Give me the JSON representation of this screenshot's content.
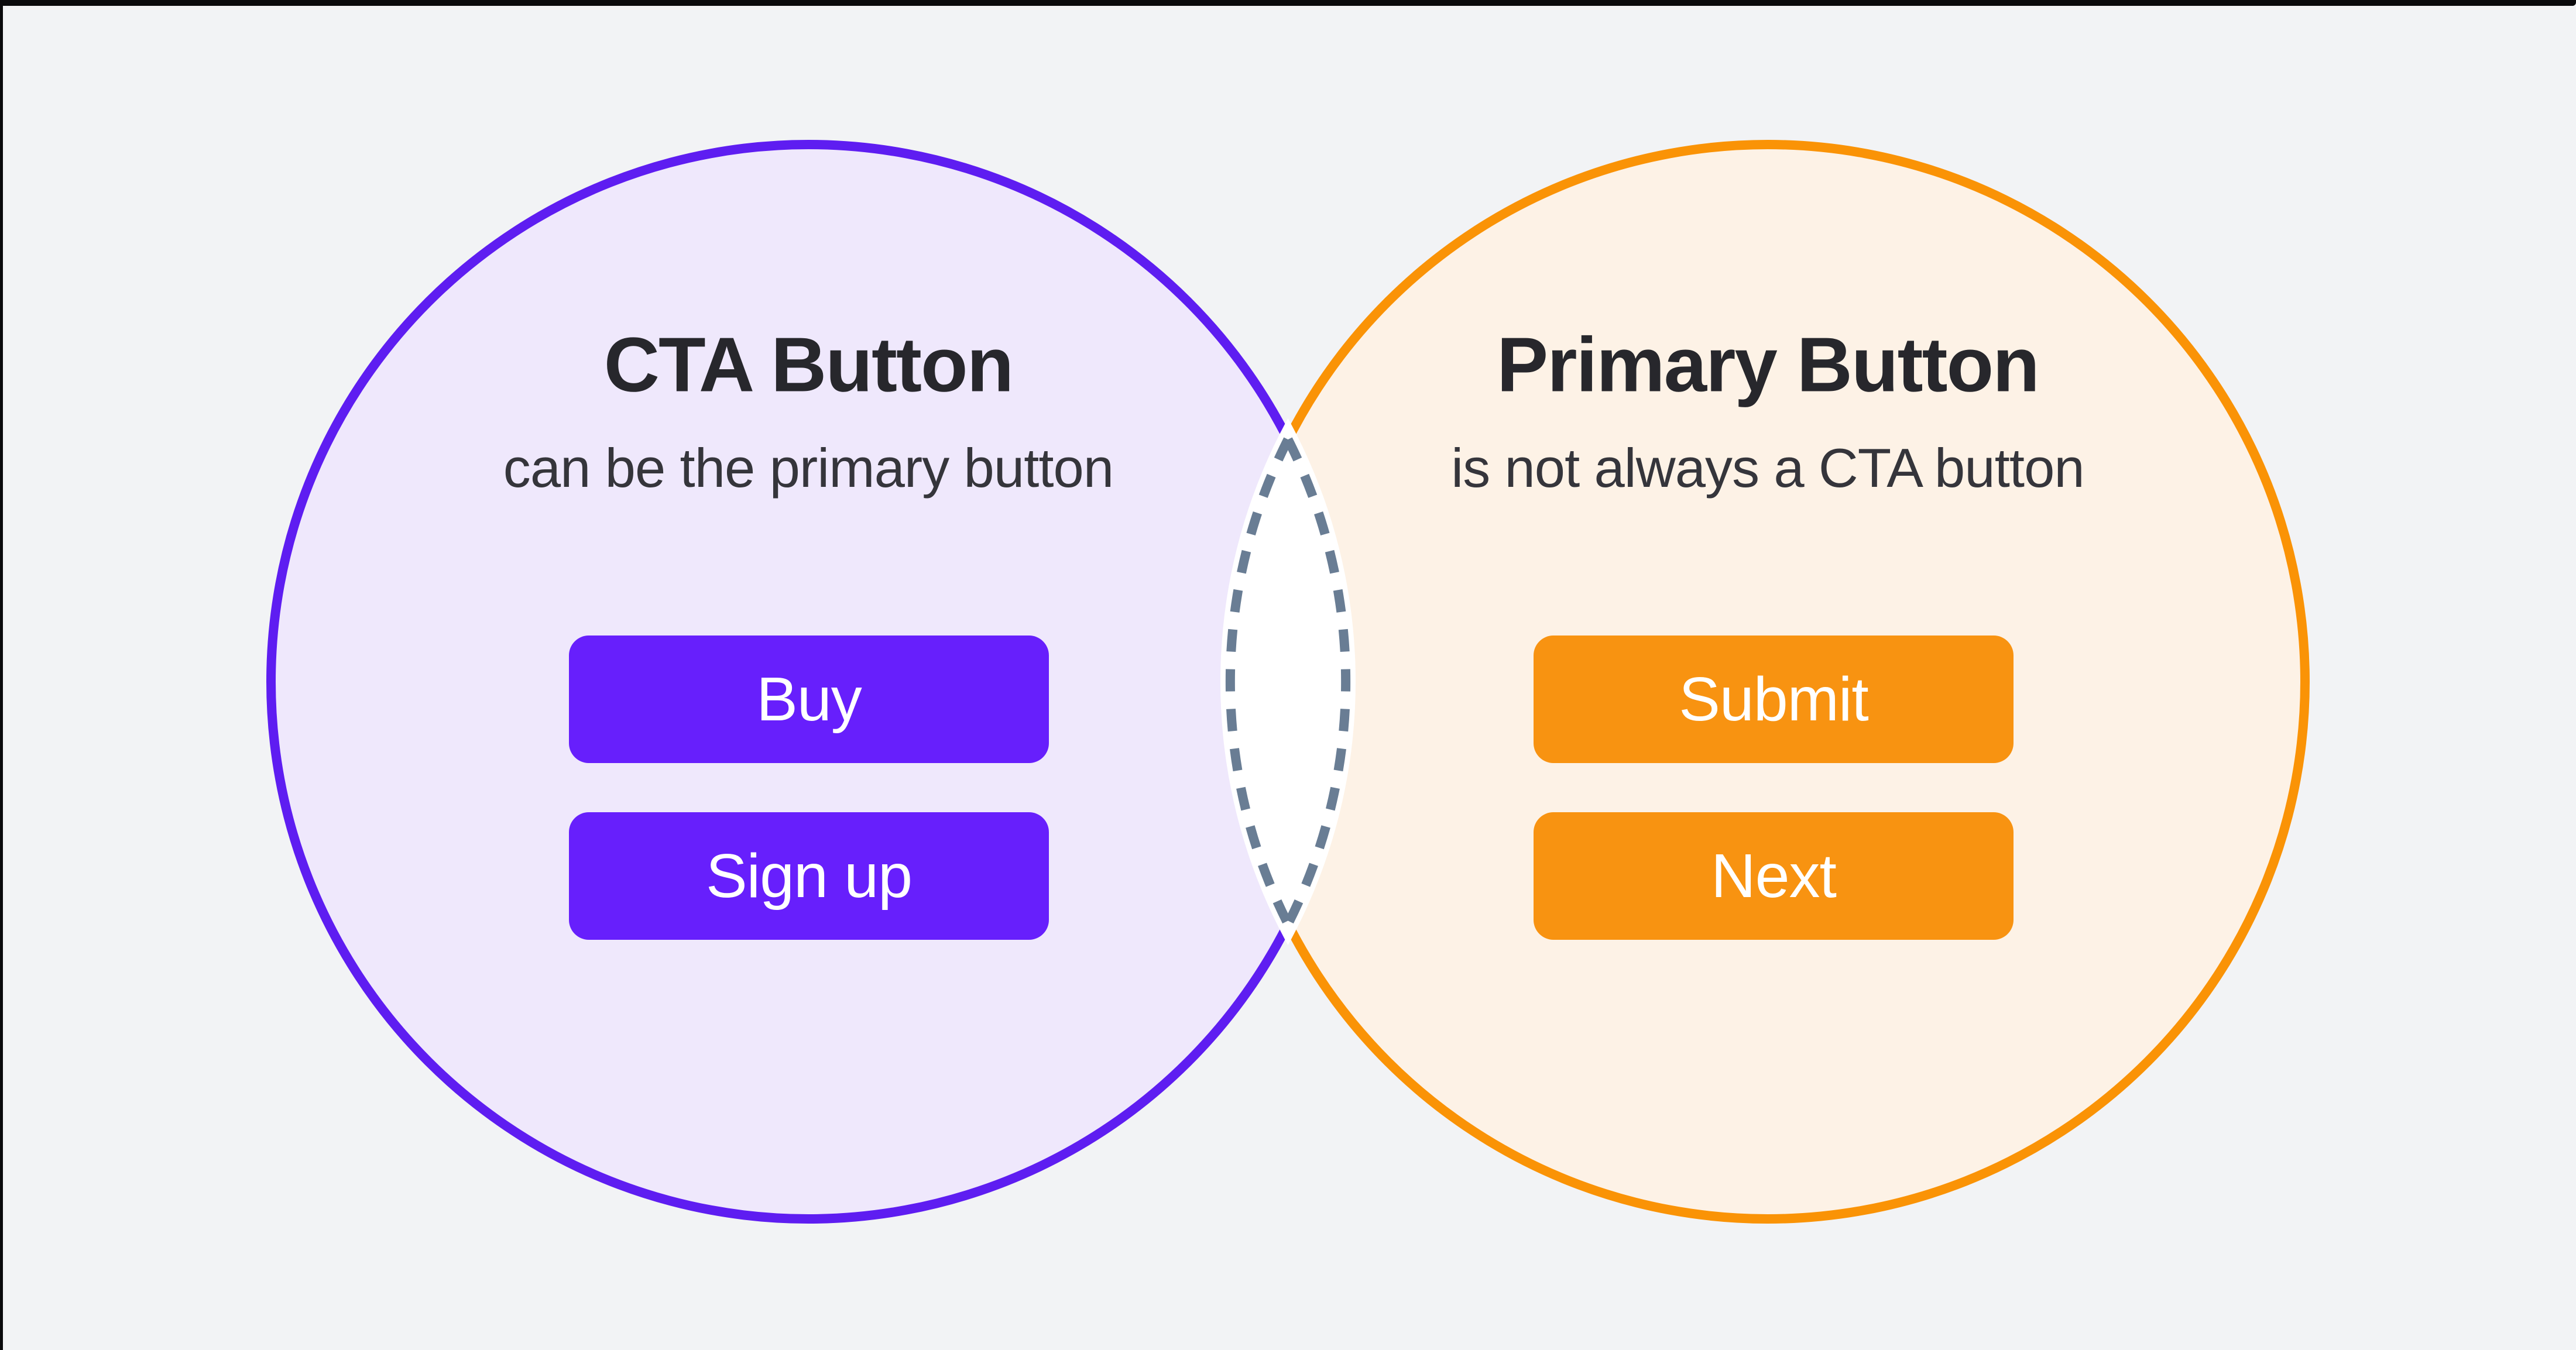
{
  "canvas": {
    "background": "#F2F3F5",
    "frame_color": "#0A0A0C"
  },
  "left_circle": {
    "title": "CTA Button",
    "subtitle": "can be the primary button",
    "fill": "#EFE8FC",
    "border_color": "#5E1DF1",
    "buttons": [
      {
        "label": "Buy",
        "color": "#671FFC",
        "text_color": "#FFFFFF"
      },
      {
        "label": "Sign up",
        "color": "#671FFC",
        "text_color": "#FFFFFF"
      }
    ]
  },
  "right_circle": {
    "title": "Primary Button",
    "subtitle": "is not always a CTA button",
    "fill": "#FDF2E6",
    "border_color": "#FA9306",
    "buttons": [
      {
        "label": "Submit",
        "color": "#F89311",
        "text_color": "#FFFFFF"
      },
      {
        "label": "Next",
        "color": "#F89311",
        "text_color": "#FFFFFF"
      }
    ]
  },
  "intersection": {
    "fill": "#FFFFFF",
    "dash_color": "#697D94"
  },
  "text_colors": {
    "title": "#27272C",
    "subtitle": "#35353B"
  }
}
